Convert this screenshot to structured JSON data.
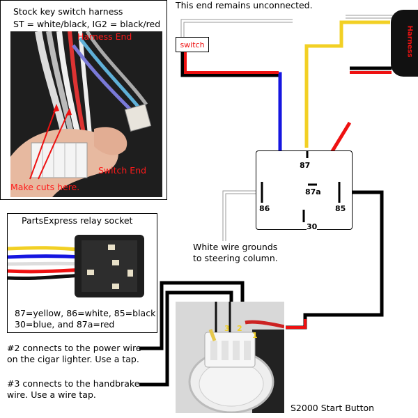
{
  "top_note": "This end remains unconnected.",
  "switch_label": "switch",
  "harness_label": "Harness",
  "harness_photo": {
    "title": "Stock key switch harness",
    "wires": "ST = white/black, IG2 = black/red",
    "harness_end": "Harness End",
    "switch_end": "Switch End",
    "make_cuts": "Make cuts here."
  },
  "relay": {
    "pin_87": "87",
    "pin_87a": "87a",
    "pin_86": "86",
    "pin_85": "85",
    "pin_30": "30"
  },
  "white_wire_note": {
    "line1": "White wire grounds",
    "line2": "to steering column."
  },
  "socket_box": {
    "title": "PartsExpress relay socket",
    "line1": "87=yellow, 86=white, 85=black",
    "line2": "30=blue, and 87a=red"
  },
  "note_2": {
    "line1": "#2 connects to the power wire",
    "line2": "on the cigar lighter. Use a tap."
  },
  "note_3": {
    "line1": "#3 connects to the handbrake",
    "line2": "wire. Use a wire tap."
  },
  "button_caption": "S2000 Start Button",
  "button_pins": {
    "p1": "1",
    "p2": "2",
    "p3": "3"
  },
  "colors": {
    "yellow": "#f2d024",
    "blue": "#1515e0",
    "red": "#ee1111",
    "black": "#000000",
    "white": "#ffffff"
  }
}
